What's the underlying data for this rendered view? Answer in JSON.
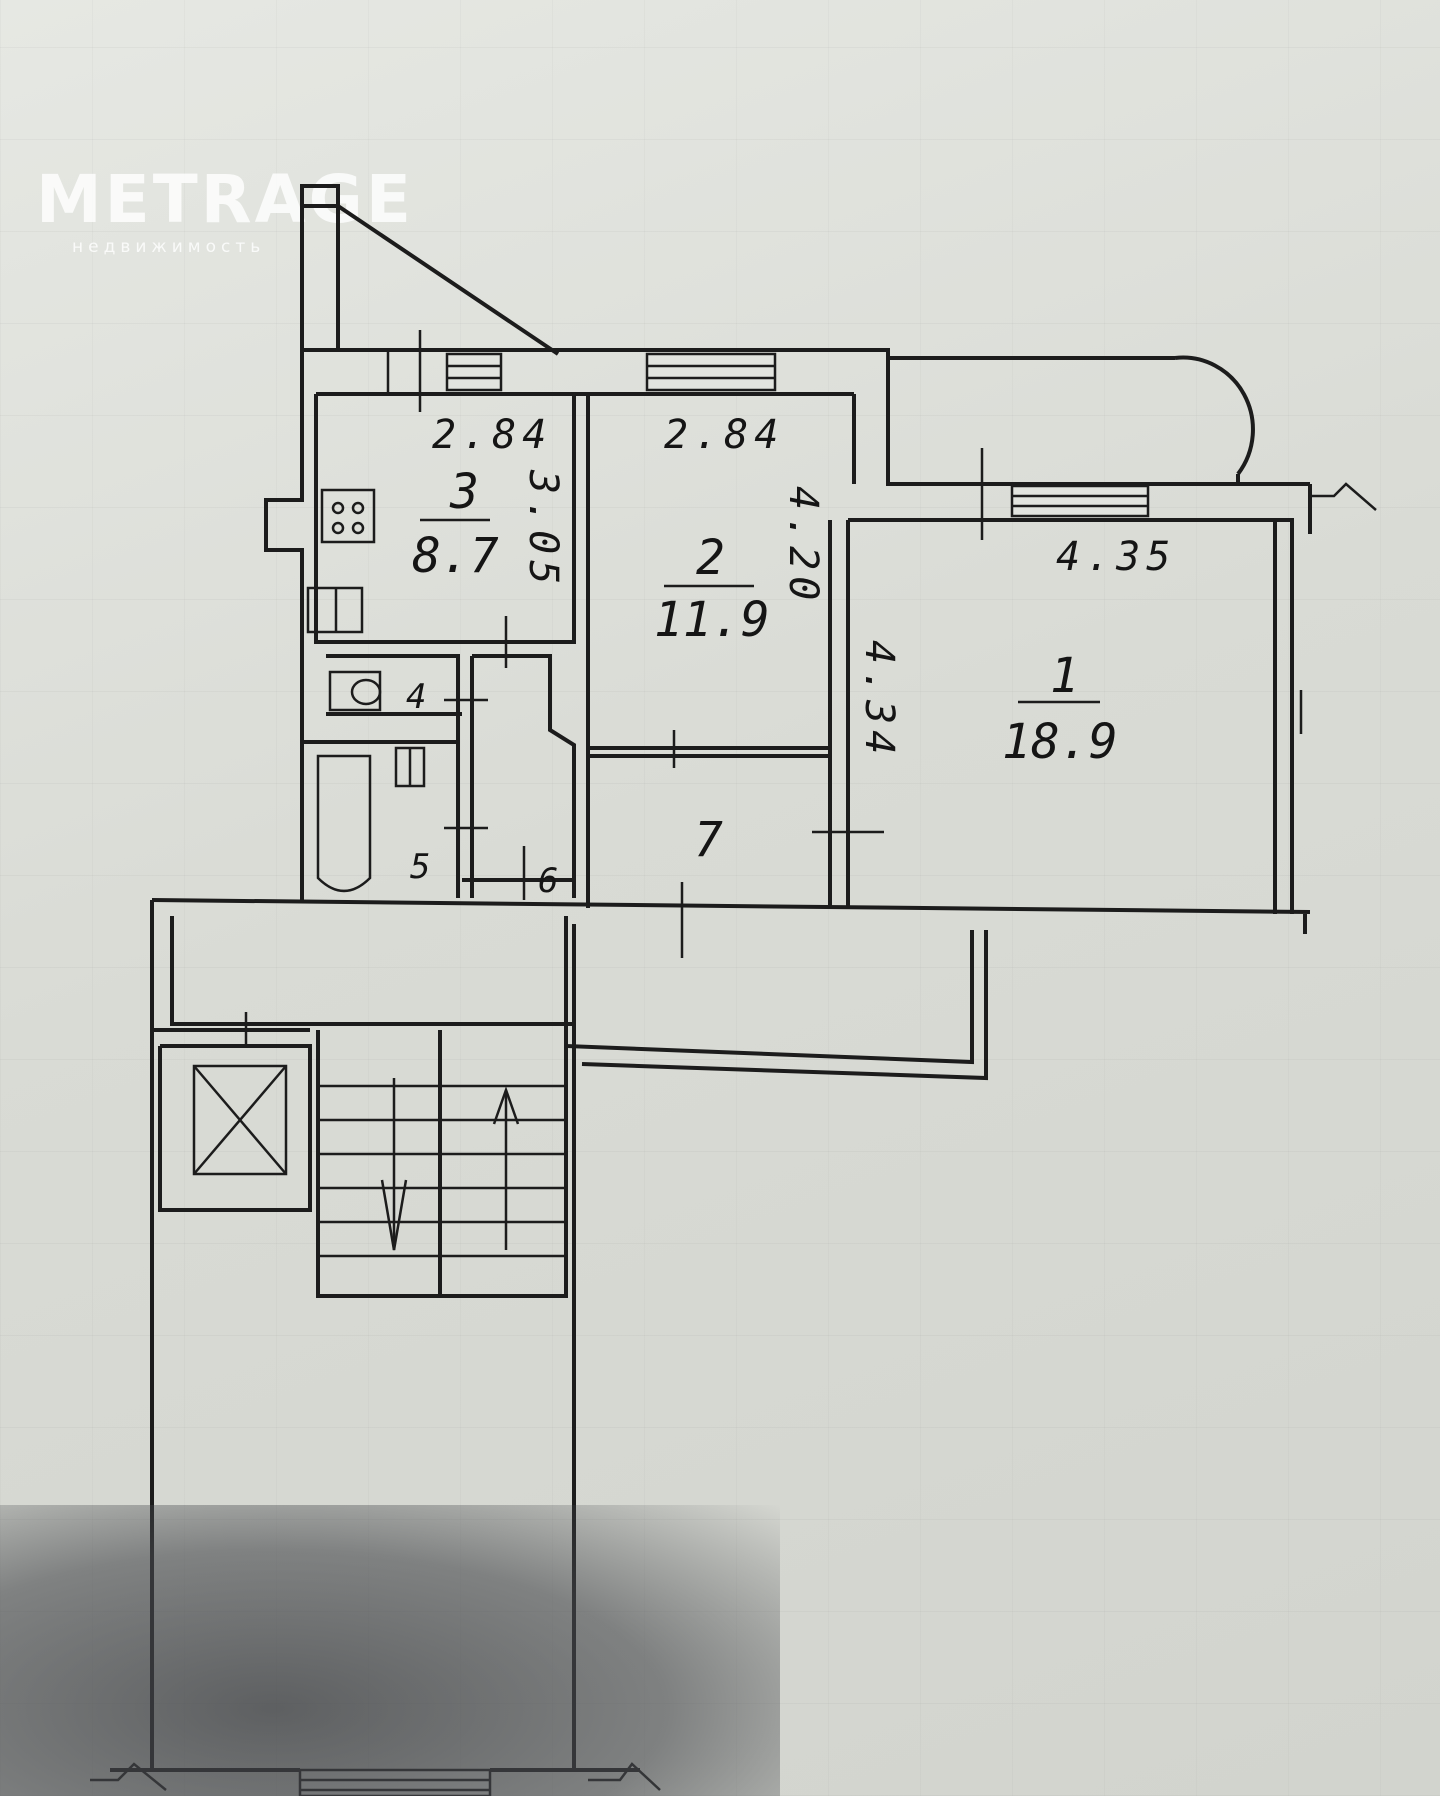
{
  "watermark": {
    "brand": "METRAGE",
    "sub": "недвижимость"
  },
  "rooms": [
    {
      "number": "1",
      "area": "18.9",
      "dim_width": "4.35",
      "dim_depth": "4.34"
    },
    {
      "number": "2",
      "area": "11.9",
      "dim_width": "2.84",
      "dim_depth": "4.20"
    },
    {
      "number": "3",
      "area": "8.7",
      "dim_width": "2.84",
      "dim_depth": "3.05"
    },
    {
      "number": "4"
    },
    {
      "number": "5"
    },
    {
      "number": "6"
    },
    {
      "number": "7"
    }
  ]
}
